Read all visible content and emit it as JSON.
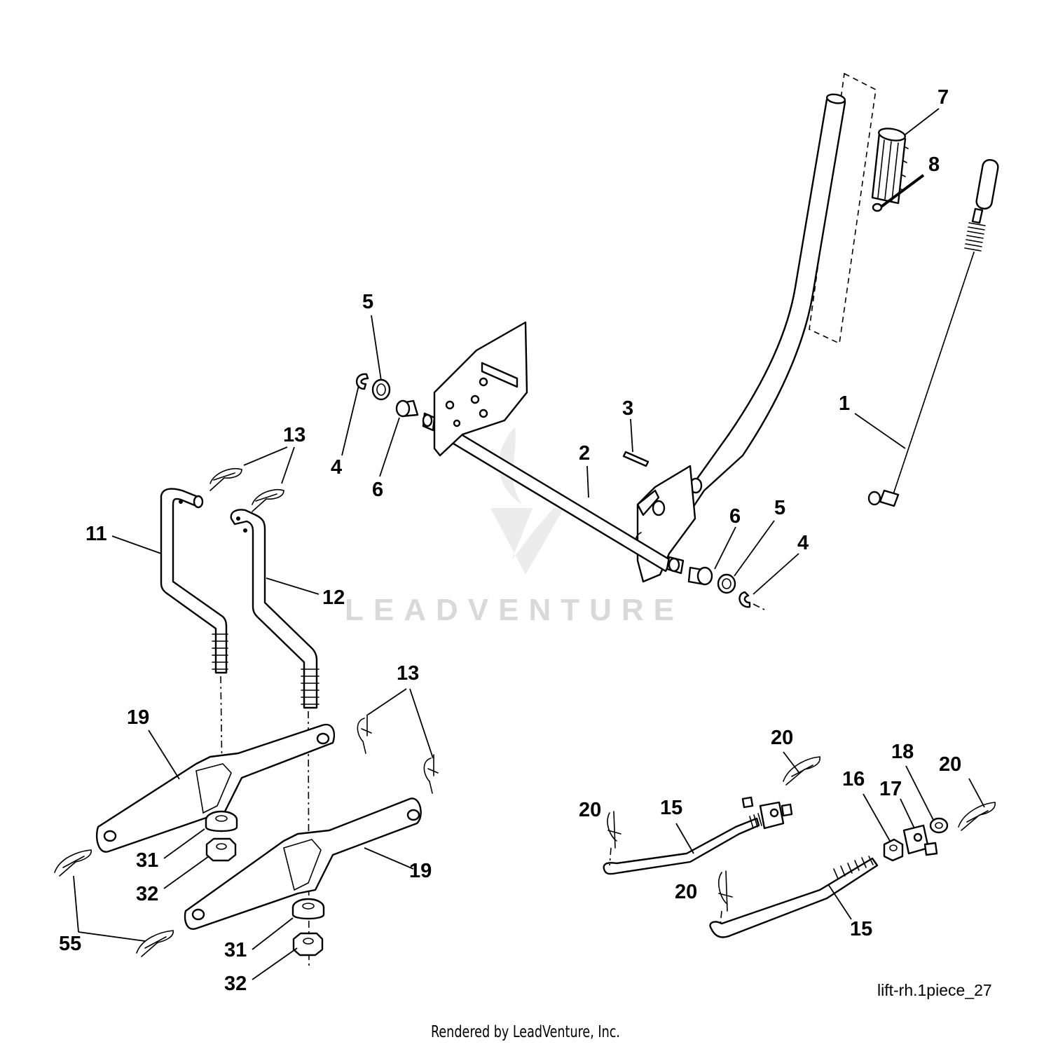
{
  "diagram": {
    "caption": "lift-rh.1piece_27",
    "footer": "Rendered by LeadVenture, Inc.",
    "watermark": "LEADVENTURE",
    "callouts": [
      "1",
      "2",
      "3",
      "4",
      "4",
      "5",
      "5",
      "6",
      "6",
      "7",
      "8",
      "11",
      "12",
      "13",
      "13",
      "15",
      "15",
      "16",
      "17",
      "18",
      "19",
      "19",
      "20",
      "20",
      "20",
      "20",
      "31",
      "31",
      "32",
      "32",
      "55"
    ]
  }
}
